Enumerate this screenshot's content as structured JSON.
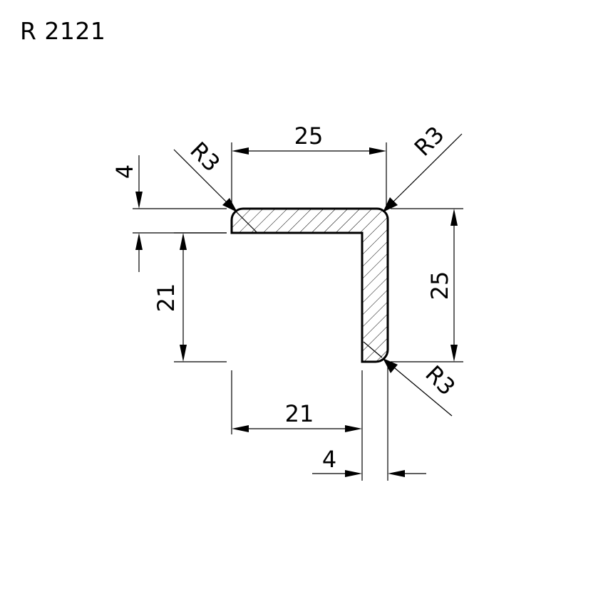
{
  "title": "R 2121",
  "dimensions": {
    "top_width": "25",
    "right_height": "25",
    "left_height": "21",
    "bottom_width": "21",
    "top_thickness": "4",
    "right_thickness": "4",
    "radius_top_left": "R3",
    "radius_top_right": "R3",
    "radius_bottom_right": "R3"
  }
}
